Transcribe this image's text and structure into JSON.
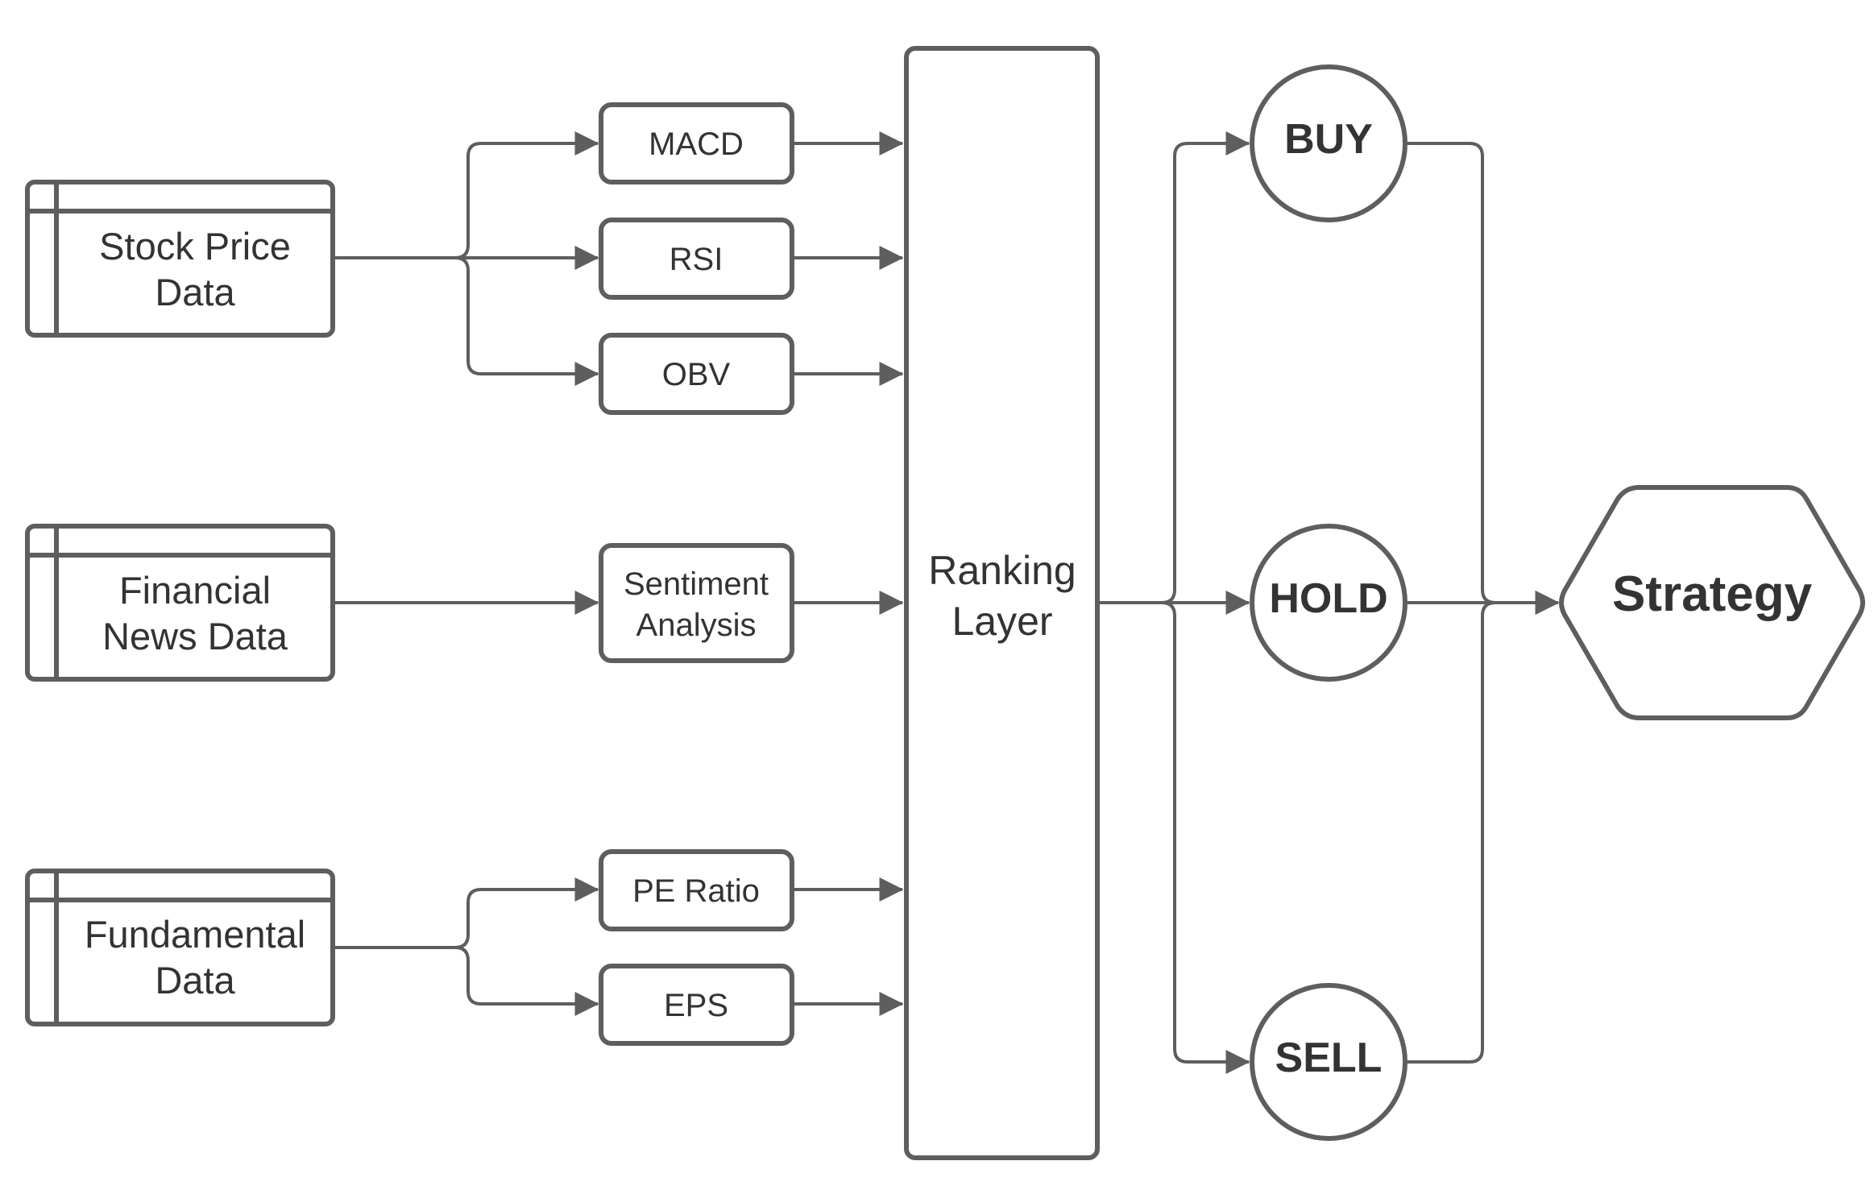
{
  "sources": [
    {
      "id": "stock",
      "lines": [
        "Stock Price",
        "Data"
      ]
    },
    {
      "id": "news",
      "lines": [
        "Financial",
        "News Data"
      ]
    },
    {
      "id": "fund",
      "lines": [
        "Fundamental",
        "Data"
      ]
    }
  ],
  "indicators": [
    {
      "id": "macd",
      "lines": [
        "MACD"
      ]
    },
    {
      "id": "rsi",
      "lines": [
        "RSI"
      ]
    },
    {
      "id": "obv",
      "lines": [
        "OBV"
      ]
    },
    {
      "id": "sentiment",
      "lines": [
        "Sentiment",
        "Analysis"
      ]
    },
    {
      "id": "pe",
      "lines": [
        "PE Ratio"
      ]
    },
    {
      "id": "eps",
      "lines": [
        "EPS"
      ]
    }
  ],
  "ranking": {
    "lines": [
      "Ranking",
      "Layer"
    ]
  },
  "decisions": [
    {
      "id": "buy",
      "label": "BUY"
    },
    {
      "id": "hold",
      "label": "HOLD"
    },
    {
      "id": "sell",
      "label": "SELL"
    }
  ],
  "strategy": {
    "label": "Strategy"
  }
}
